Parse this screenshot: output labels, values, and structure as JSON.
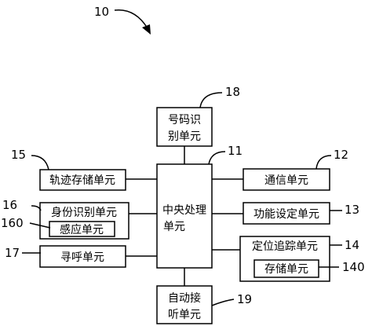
{
  "figure": {
    "number": "10"
  },
  "units": {
    "number_recognition": {
      "line1": "号码识",
      "line2": "别单元",
      "ref": "18"
    },
    "central_processing": {
      "line1": "中央处理",
      "line2": "单元",
      "ref": "11"
    },
    "track_storage": {
      "label": "轨迹存储单元",
      "ref": "15"
    },
    "identity_recognition": {
      "label": "身份识别单元",
      "ref": "16"
    },
    "sensing": {
      "label": "感应单元",
      "ref": "160"
    },
    "paging": {
      "label": "寻呼单元",
      "ref": "17"
    },
    "communication": {
      "label": "通信单元",
      "ref": "12"
    },
    "function_setting": {
      "label": "功能设定单元",
      "ref": "13"
    },
    "positioning_tracking": {
      "label": "定位追踪单元",
      "ref": "14"
    },
    "storage": {
      "label": "存储单元",
      "ref": "140"
    },
    "auto_answer": {
      "line1": "自动接",
      "line2": "听单元",
      "ref": "19"
    }
  }
}
